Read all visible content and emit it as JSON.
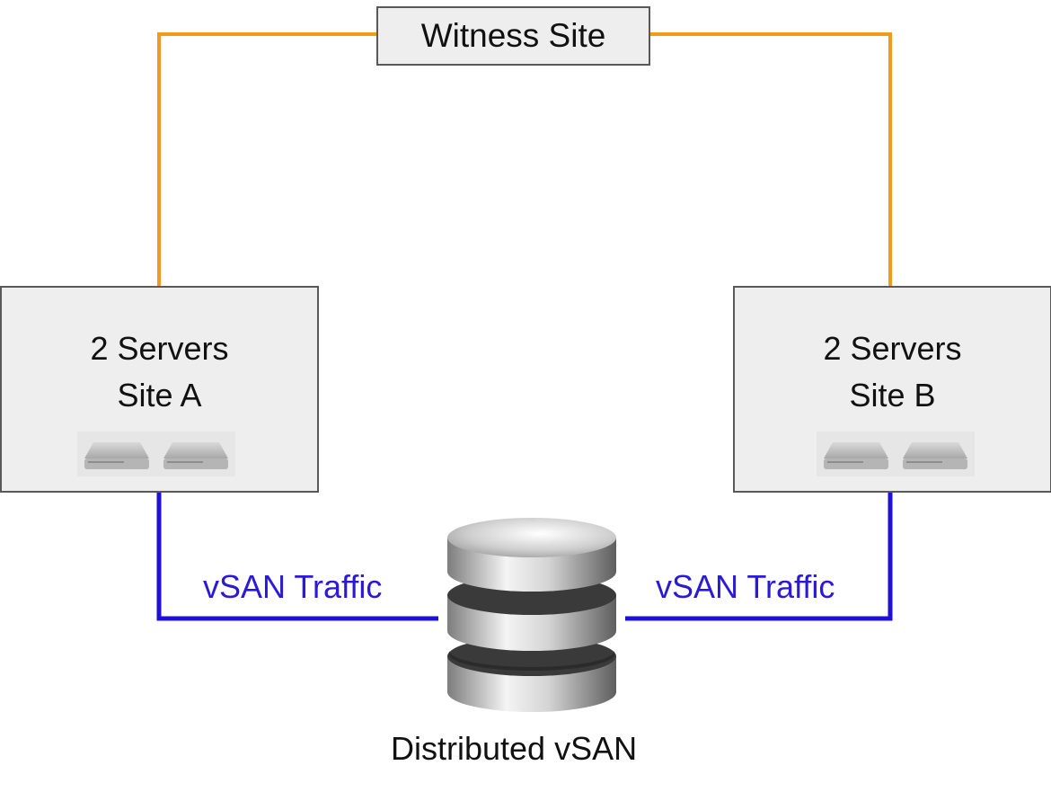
{
  "witness": {
    "label": "Witness Site"
  },
  "site_a": {
    "line1": "2 Servers",
    "line2": "Site A"
  },
  "site_b": {
    "line1": "2 Servers",
    "line2": "Site B"
  },
  "links": {
    "traffic_left": "vSAN Traffic",
    "traffic_right": "vSAN Traffic"
  },
  "storage": {
    "label": "Distributed vSAN"
  },
  "colors": {
    "witness_link": "#f29a1f",
    "vsan_link": "#1f10d8",
    "traffic_text": "#2a1ad8"
  },
  "icons": {
    "server": "server-icon",
    "storage": "database-icon"
  }
}
